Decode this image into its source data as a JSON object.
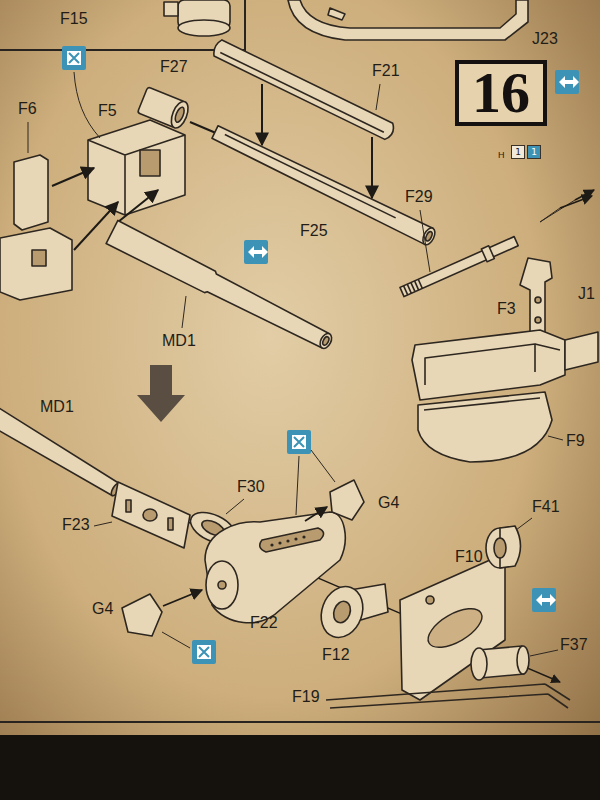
{
  "diagram": {
    "nodes": [
      {
        "text": [
          "16"
        ]
      },
      {
        "text": [
          "1"
        ]
      },
      {
        "text": [
          "1"
        ]
      }
    ],
    "labels": [
      "F15",
      "J23",
      "F27",
      "F21",
      "F6",
      "F5",
      "F25",
      "H",
      "F29",
      "F3",
      "J1",
      "MD1",
      "F9",
      "MD1",
      "F23",
      "F30",
      "G4",
      "F41",
      "F22",
      "G4",
      "F12",
      "F10",
      "F37",
      "F19"
    ]
  }
}
